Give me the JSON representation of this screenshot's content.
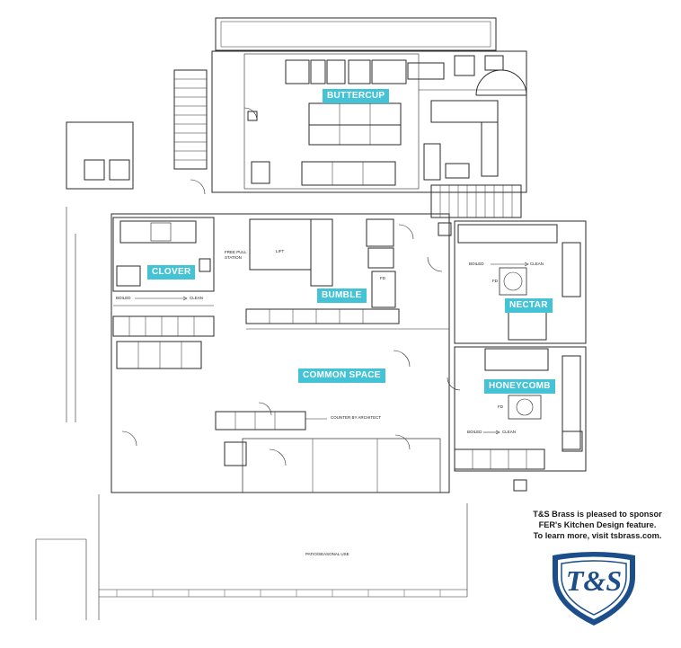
{
  "zones": {
    "buttercup": "BUTTERCUP",
    "clover": "CLOVER",
    "bumble": "BUMBLE",
    "nectar": "NECTAR",
    "common_space": "COMMON SPACE",
    "honeycomb": "HONEYCOMB"
  },
  "notes": {
    "lift": "LIFT",
    "free_pull_station_1": "FREE PULL",
    "free_pull_station_2": "STATION",
    "boiled_clover": "BOILED",
    "clean_clover": "CLEAN",
    "boiled_nectar": "BOILED",
    "clean_nectar": "CLEAN",
    "boiled_honeycomb": "BOILED",
    "clean_honeycomb": "CLEAN",
    "fd_bumble": "FD",
    "fd_nectar": "FD",
    "fd_honeycomb": "FD",
    "counter": "COUNTER BY ARCHITECT",
    "patio": "PATIO/SEASONAL USE"
  },
  "sponsor": {
    "line1": "T&S Brass is pleased to sponsor",
    "line2": "FER's Kitchen Design feature.",
    "line3": "To learn more, visit tsbrass.com."
  },
  "logo": {
    "text": "T&S",
    "color": "#1b4e8a"
  },
  "colors": {
    "label_bg": "#45c3d6",
    "line": "#2a2a2a"
  }
}
